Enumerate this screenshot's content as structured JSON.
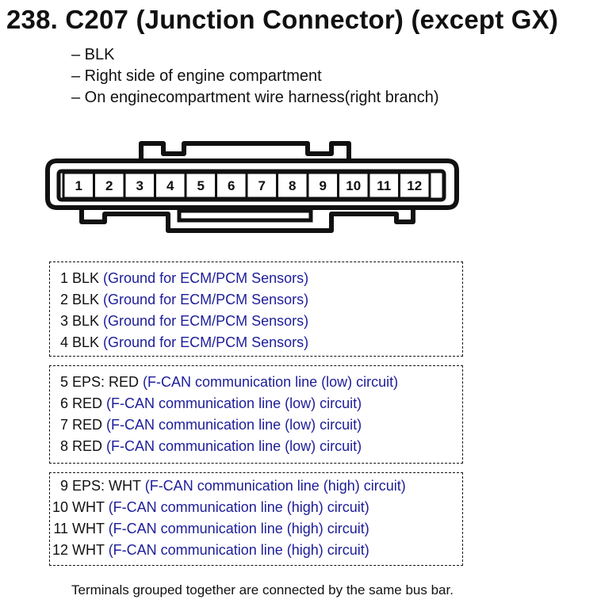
{
  "title": "238. C207 (Junction Connector) (except GX)",
  "notes": [
    "– BLK",
    "– Right side of engine compartment",
    "– On enginecompartment wire harness(right branch)"
  ],
  "connector": {
    "pins": [
      "1",
      "2",
      "3",
      "4",
      "5",
      "6",
      "7",
      "8",
      "9",
      "10",
      "11",
      "12"
    ]
  },
  "colors": {
    "description": "#1d1d9a",
    "text": "#111111"
  },
  "terminals": [
    {
      "num": "1",
      "wire": "BLK",
      "desc": "(Ground for ECM/PCM Sensors)"
    },
    {
      "num": "2",
      "wire": "BLK",
      "desc": "(Ground for ECM/PCM Sensors)"
    },
    {
      "num": "3",
      "wire": "BLK",
      "desc": "(Ground for ECM/PCM Sensors)"
    },
    {
      "num": "4",
      "wire": "BLK",
      "desc": "(Ground for ECM/PCM Sensors)"
    },
    {
      "num": "5",
      "wire": "EPS: RED",
      "desc": "(F-CAN communication line (low) circuit)"
    },
    {
      "num": "6",
      "wire": "RED",
      "desc": "(F-CAN communication line (low) circuit)"
    },
    {
      "num": "7",
      "wire": "RED",
      "desc": "(F-CAN communication line (low) circuit)"
    },
    {
      "num": "8",
      "wire": "RED",
      "desc": "(F-CAN communication line (low) circuit)"
    },
    {
      "num": "9",
      "wire": "EPS: WHT",
      "desc": "(F-CAN communication line (high) circuit)"
    },
    {
      "num": "10",
      "wire": "WHT",
      "desc": "(F-CAN communication line (high) circuit)"
    },
    {
      "num": "11",
      "wire": "WHT",
      "desc": "(F-CAN communication line (high) circuit)"
    },
    {
      "num": "12",
      "wire": "WHT",
      "desc": "(F-CAN communication line (high) circuit)"
    }
  ],
  "footnote": "Terminals grouped together are connected by the same bus bar."
}
